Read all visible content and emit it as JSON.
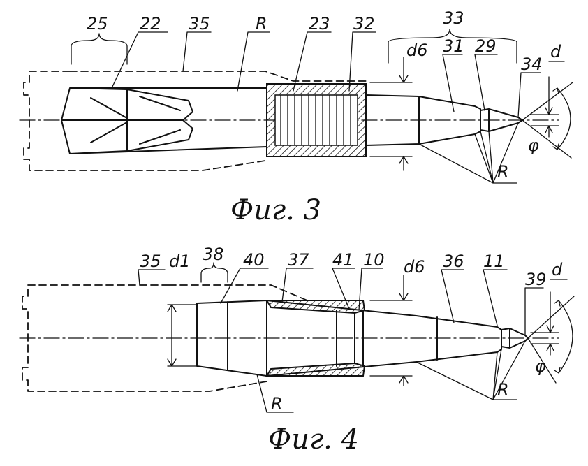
{
  "figures": [
    {
      "caption": "Фиг. 3",
      "labels": {
        "l25": "25",
        "l22": "22",
        "l35": "35",
        "lR1": "R",
        "l23": "23",
        "l32": "32",
        "l33": "33",
        "ld6": "d6",
        "l31": "31",
        "l29": "29",
        "l34": "34",
        "ld": "d",
        "lphi": "φ",
        "lR2": "R"
      }
    },
    {
      "caption": "Фиг. 4",
      "labels": {
        "l35": "35",
        "ld1": "d1",
        "l38": "38",
        "l40": "40",
        "l37": "37",
        "l41": "41",
        "l10": "10",
        "ld6": "d6",
        "l36": "36",
        "l11": "11",
        "l39": "39",
        "ld": "d",
        "lphi": "φ",
        "lR1": "R",
        "lR2": "R"
      }
    }
  ],
  "colors": {
    "ink": "#111111",
    "background": "#ffffff"
  }
}
